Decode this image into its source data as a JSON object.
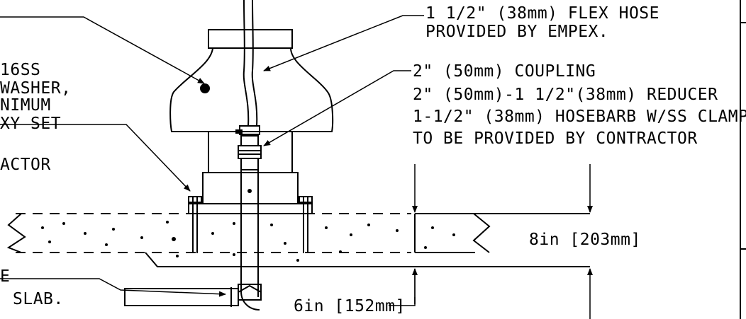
{
  "labels": {
    "flex_hose_1": "1 1/2\" (38mm) FLEX HOSE",
    "flex_hose_2": "PROVIDED BY EMPEX.",
    "coupling": "2\" (50mm) COUPLING",
    "reducer": "2\" (50mm)-1 1/2\"(38mm) REDUCER",
    "hosebarb": "1-1/2\" (38mm) HOSEBARB W/SS CLAMP",
    "contractor": "TO BE PROVIDED BY CONTRACTOR",
    "left_1": "16SS",
    "left_2": "WASHER,",
    "left_3": "NIMUM",
    "left_4": "XY SET",
    "left_5": "ACTOR",
    "left_6": "E",
    "left_7": "SLAB.",
    "slab_thickness": "8in [203mm]",
    "pipe_depth": "6in [152mm]"
  }
}
